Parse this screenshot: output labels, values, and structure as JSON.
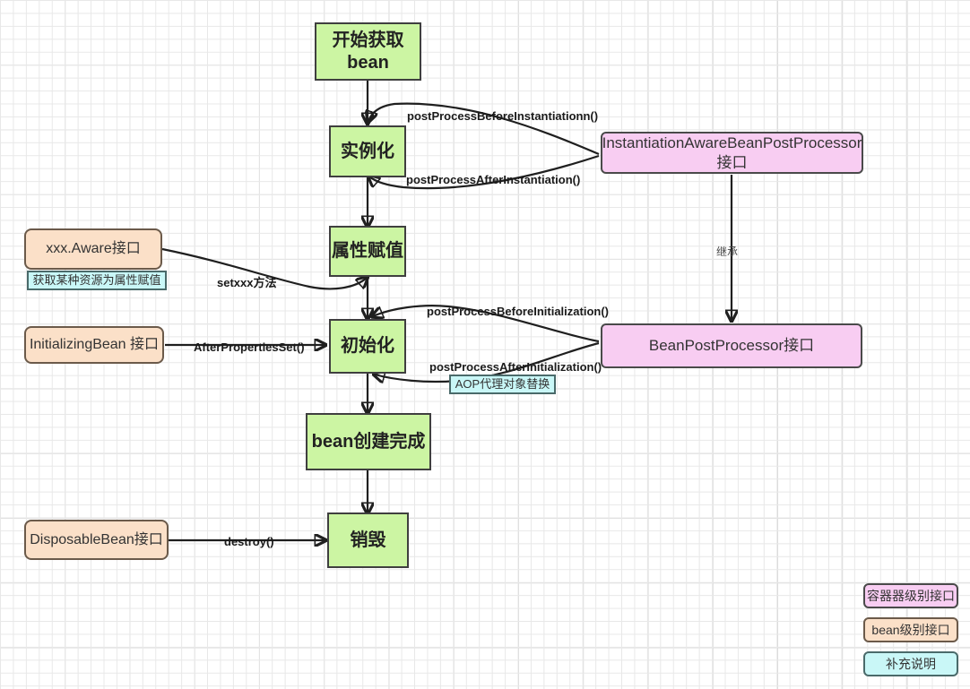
{
  "diagram": {
    "title": "Spring Bean Lifecycle Flowchart",
    "colors": {
      "green_fill": "#ccf5a3",
      "pink_fill": "#f8cdf2",
      "orange_fill": "#fbe0c8",
      "cyan_fill": "#c9f7f7",
      "stroke": "#1f1f1f"
    }
  },
  "lifecycle_nodes": [
    {
      "id": "start",
      "label": "开始获取\nbean",
      "line1": "开始获取",
      "line2": "bean"
    },
    {
      "id": "instantiate",
      "label": "实例化"
    },
    {
      "id": "populate",
      "label": "属性赋值"
    },
    {
      "id": "initialize",
      "label": "初始化"
    },
    {
      "id": "created",
      "label": "bean创建完成"
    },
    {
      "id": "destroy",
      "label": "销毁"
    }
  ],
  "container_nodes": [
    {
      "id": "iabpp",
      "label": "InstantiationAwareBeanPostProcessor接口"
    },
    {
      "id": "bpp",
      "label": "BeanPostProcessor接口"
    }
  ],
  "bean_level_nodes": [
    {
      "id": "aware",
      "label": "xxx.Aware接口"
    },
    {
      "id": "initializing-bean",
      "label": "InitializingBean 接口"
    },
    {
      "id": "disposable-bean",
      "label": "DisposableBean接口"
    }
  ],
  "notes": [
    {
      "id": "aware-note",
      "label": "获取某种资源为属性赋值"
    },
    {
      "id": "aop-note",
      "label": "AOP代理对象替换"
    }
  ],
  "edge_labels": [
    {
      "id": "before-instantiation",
      "label": "postProcessBeforeInstantiationn()"
    },
    {
      "id": "after-instantiation",
      "label": "postProcessAfterInstantiation()"
    },
    {
      "id": "setxxx",
      "label": "setxxx方法"
    },
    {
      "id": "before-initialization",
      "label": "postProcessBeforeInitialization()"
    },
    {
      "id": "after-properties-set",
      "label": "AfterPropertiesSet()"
    },
    {
      "id": "after-initialization",
      "label": "postProcessAfterInitialization()"
    },
    {
      "id": "inherit",
      "label": "继承"
    },
    {
      "id": "destroy-method",
      "label": "destroy()"
    }
  ],
  "legend": [
    {
      "id": "container-level",
      "label": "容器器级别接口"
    },
    {
      "id": "bean-level",
      "label": "bean级别接口"
    },
    {
      "id": "supplementary",
      "label": "补充说明"
    }
  ]
}
